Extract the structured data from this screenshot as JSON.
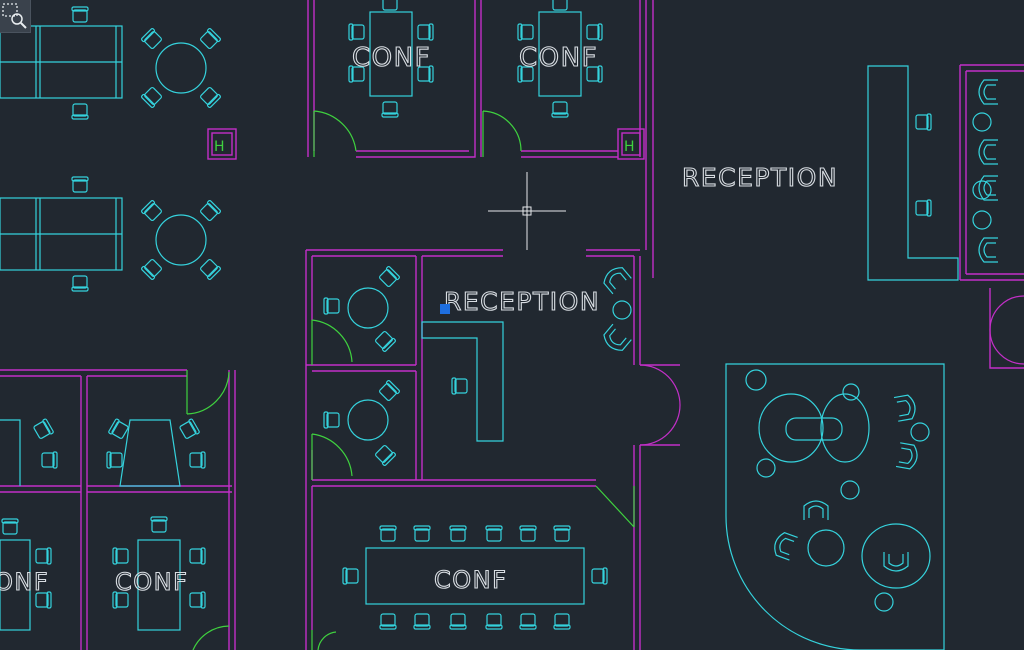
{
  "rooms": {
    "conf_top_left": "CONF",
    "conf_top_right": "CONF",
    "reception_main": "RECEPTION",
    "reception_center": "RECEPTION",
    "conf_bottom_center": "CONF",
    "conf_bottom_left": "CONF",
    "conf_bottom_far_left": "ONF"
  },
  "stair_markers": [
    "H",
    "H"
  ],
  "colors": {
    "background": "#212830",
    "furniture": "#35d2dc",
    "walls": "#c22fc7",
    "doors": "#3fd13f",
    "text": "#d8dde2",
    "selection_grip": "#1e6fe0"
  },
  "toolbar": {
    "icon": "zoom-window-icon"
  }
}
